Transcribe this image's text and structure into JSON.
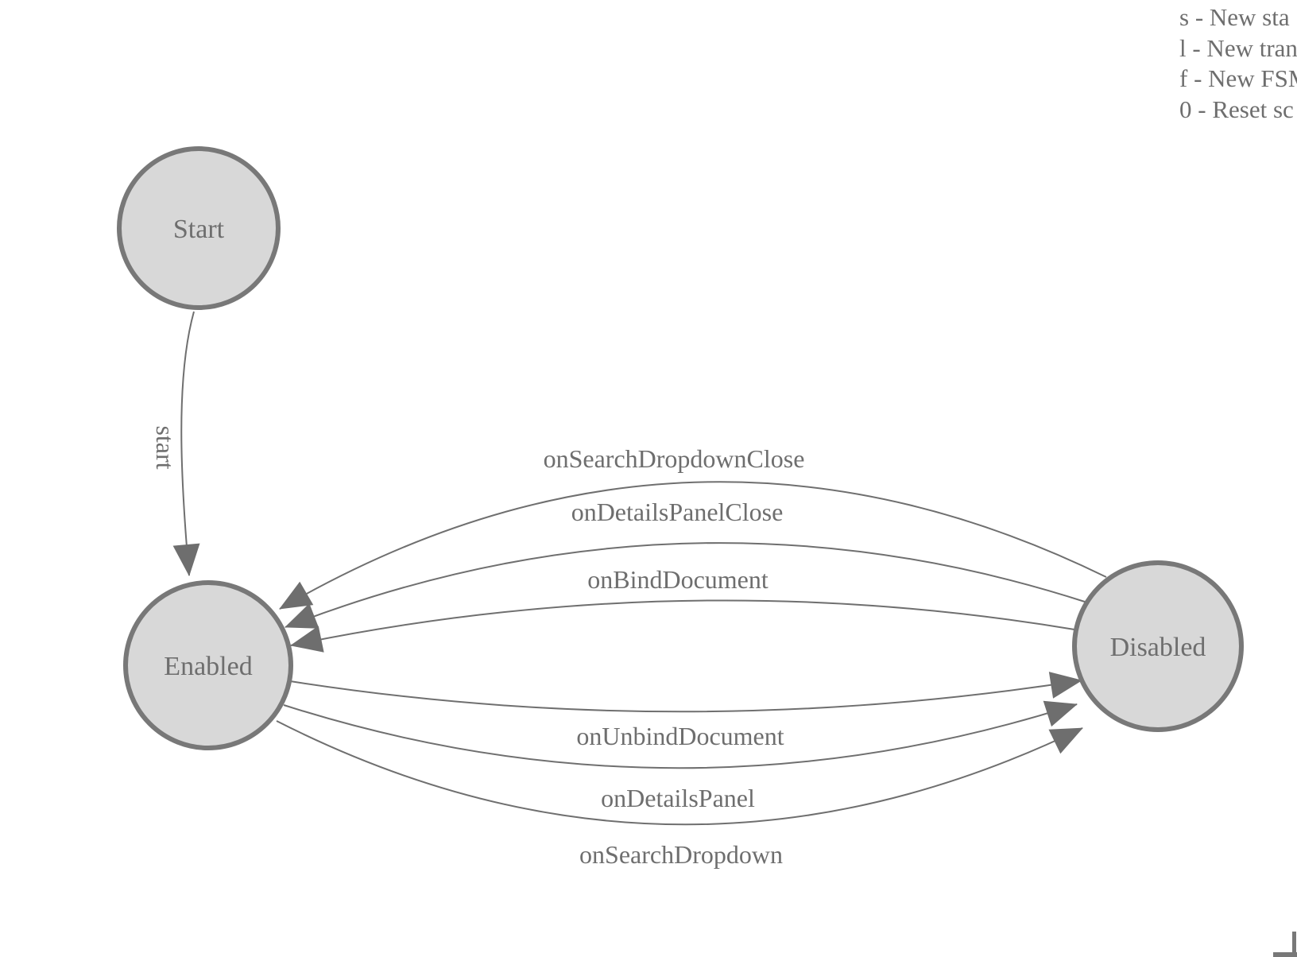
{
  "legend": {
    "lines": [
      "s - New sta",
      "l - New tran",
      "f - New FSM",
      "0 - Reset sc"
    ]
  },
  "diagram": {
    "type": "finite-state-machine",
    "states": [
      {
        "id": "start",
        "label": "Start"
      },
      {
        "id": "enabled",
        "label": "Enabled"
      },
      {
        "id": "disabled",
        "label": "Disabled"
      }
    ],
    "transitions": [
      {
        "label": "start",
        "from": "Start",
        "to": "Enabled"
      },
      {
        "label": "onSearchDropdownClose",
        "from": "Disabled",
        "to": "Enabled"
      },
      {
        "label": "onDetailsPanelClose",
        "from": "Disabled",
        "to": "Enabled"
      },
      {
        "label": "onBindDocument",
        "from": "Disabled",
        "to": "Enabled"
      },
      {
        "label": "onUnbindDocument",
        "from": "Enabled",
        "to": "Disabled"
      },
      {
        "label": "onDetailsPanel",
        "from": "Enabled",
        "to": "Disabled"
      },
      {
        "label": "onSearchDropdown",
        "from": "Enabled",
        "to": "Disabled"
      }
    ]
  },
  "colors": {
    "background": "#ffffff",
    "node_fill": "#d8d8d8",
    "node_stroke": "#787878",
    "edge_stroke": "#6f6f6f",
    "arrow_fill": "#6e6e6e",
    "text": "#6e6e6e"
  }
}
